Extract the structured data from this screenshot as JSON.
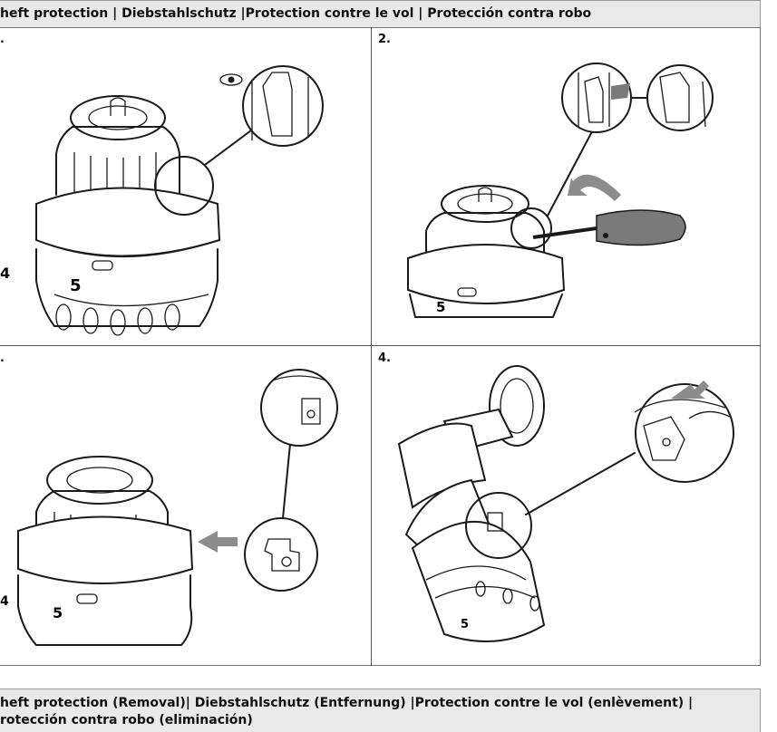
{
  "header": {
    "title": "heft protection | Diebstahlschutz |Protection contre le vol | Protección contra robo"
  },
  "steps": [
    {
      "label": ".",
      "knob_number": "5",
      "side_number": "4"
    },
    {
      "label": "2.",
      "knob_number": "5"
    },
    {
      "label": ".",
      "knob_number": "5",
      "side_number": "4"
    },
    {
      "label": "4.",
      "knob_number": "5"
    }
  ],
  "footer": {
    "line1": "heft protection (Removal)| Diebstahlschutz (Entfernung) |Protection contre le vol (enlèvement) |",
    "line2": "rotección contra robo (eliminación)"
  },
  "colors": {
    "header_bg": "#e9e9e9",
    "arrow": "#8c8c8c",
    "screwdriver": "#7a7a7a"
  },
  "icons": [
    "eye-icon",
    "arrow-icon",
    "screwdriver-icon"
  ]
}
